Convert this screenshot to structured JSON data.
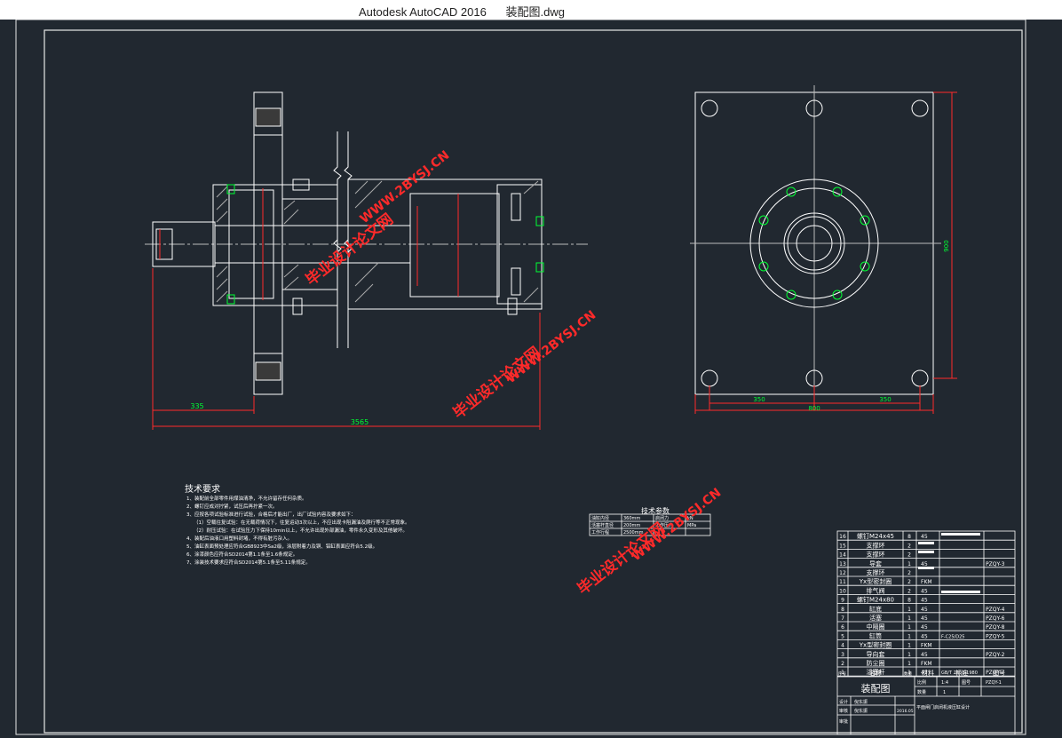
{
  "window": {
    "app": "Autodesk AutoCAD 2016",
    "file": "装配图.dwg"
  },
  "drawing": {
    "dims": {
      "d335": "335",
      "d3565": "3565",
      "d350a": "350",
      "d350b": "350",
      "d800": "800",
      "d900": "900"
    },
    "tech_req": {
      "title": "技术要求",
      "lines": [
        "1、装配前全部零件用煤油清净，不允许留存任何杂质。",
        "2、螺钉应成对拧紧，试压后再拧紧一次。",
        "3、应按各项试验标准进行试验，合格后才能出厂，出厂试验内容及要求如下：",
        "（1）空载往复试验：在无载荷情况下，往复运动3次以上，不应出现卡阻漏油及爬行等不正常现象。",
        "（2）耐压试验：在试验压力下保持10min以上，不允许出现外部漏油，零件永久变形及其他破坏。",
        "4、装配后油液口用塑料封堵，不得有脏污杂入。",
        "5、油缸表面预处理应符合GB8923中Sa2级，涂层附着力及铜、铝缸表面应符合5.2级。",
        "6、涂漆颜色应符合SD2014第1.1条至1.6条规定。",
        "7、涂装技术要求应符合SD2014第5.1条至5.11条规定。"
      ]
    },
    "tech_params": {
      "title": "技术参数",
      "rows": [
        [
          "油缸内径",
          "360mm",
          "启闭力",
          "kN"
        ],
        [
          "活塞杆直径",
          "200mm",
          "工作压力",
          "MPa"
        ],
        [
          "工作行程",
          "2500mm",
          "",
          ""
        ]
      ]
    },
    "bom": [
      {
        "no": "16",
        "name": "螺钉M24x45",
        "qty": "8",
        "mat": "45",
        "std": "",
        "code": ""
      },
      {
        "no": "15",
        "name": "支撑环",
        "qty": "2",
        "mat": "",
        "std": "",
        "code": ""
      },
      {
        "no": "14",
        "name": "支撑环",
        "qty": "2",
        "mat": "",
        "std": "",
        "code": ""
      },
      {
        "no": "13",
        "name": "导套",
        "qty": "1",
        "mat": "45",
        "std": "",
        "code": "PZQY-3"
      },
      {
        "no": "12",
        "name": "支撑环",
        "qty": "2",
        "mat": "",
        "std": "",
        "code": ""
      },
      {
        "no": "11",
        "name": "Yx型密封圈",
        "qty": "2",
        "mat": "FKM",
        "std": "",
        "code": ""
      },
      {
        "no": "10",
        "name": "排气阀",
        "qty": "2",
        "mat": "45",
        "std": "",
        "code": ""
      },
      {
        "no": "9",
        "name": "螺钉M24x80",
        "qty": "8",
        "mat": "45",
        "std": "",
        "code": ""
      },
      {
        "no": "8",
        "name": "缸底",
        "qty": "1",
        "mat": "45",
        "std": "",
        "code": "PZQY-4"
      },
      {
        "no": "7",
        "name": "活塞",
        "qty": "1",
        "mat": "45",
        "std": "",
        "code": "PZQY-6"
      },
      {
        "no": "6",
        "name": "中隔圈",
        "qty": "1",
        "mat": "45",
        "std": "",
        "code": "PZQY-8"
      },
      {
        "no": "5",
        "name": "缸筒",
        "qty": "1",
        "mat": "45",
        "std": "F-C25/D25",
        "code": "PZQY-5"
      },
      {
        "no": "4",
        "name": "Yx型密封圈",
        "qty": "1",
        "mat": "FKM",
        "std": "",
        "code": ""
      },
      {
        "no": "3",
        "name": "导向套",
        "qty": "1",
        "mat": "45",
        "std": "",
        "code": "PZQY-2"
      },
      {
        "no": "2",
        "name": "防尘圈",
        "qty": "1",
        "mat": "FKM",
        "std": "",
        "code": ""
      },
      {
        "no": "1",
        "name": "活塞杆",
        "qty": "1",
        "mat": "45",
        "std": "GB/T 2350-1980",
        "code": "PZQY-7"
      }
    ],
    "bom_header": {
      "no": "序号",
      "name": "名称",
      "qty": "数量",
      "mat": "材料",
      "std": "标准",
      "code": "图号"
    },
    "title_block": {
      "title": "装配图",
      "scale_label": "比例",
      "scale": "1:4",
      "qty_label": "数量",
      "qty": "1",
      "drawing_no_label": "图号",
      "drawing_no": "PZQY-1",
      "design_label": "设计",
      "check_label": "审核",
      "approve_label": "审批",
      "designer": "倪东振",
      "checker": "倪东振",
      "date": "2016.05",
      "project": "平面闸门启闭机液压缸设计"
    },
    "watermark_a": "毕业设计论文网",
    "watermark_b": "WWW.2BYSJ.CN",
    "colors": {
      "background": "#212830",
      "line": "#ffffff",
      "dimension": "#ff2a2a",
      "dim_text": "#00ff33",
      "watermark": "#ff1a1a"
    }
  }
}
